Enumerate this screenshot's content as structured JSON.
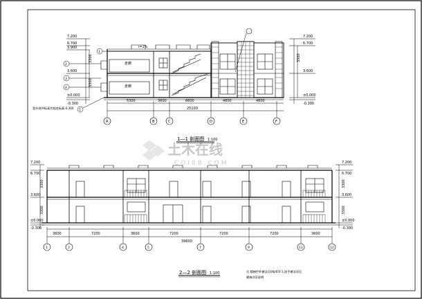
{
  "drawing": {
    "section_1": {
      "title": "1—1  剖面图",
      "scale": "1:100",
      "levels_left": [
        "7.200",
        "6.700",
        "3.900",
        "3.600",
        "±0.000",
        "-0.300"
      ],
      "levels_right": [
        "7.200",
        "6.700",
        "3.600",
        "±0.000",
        "-0.300"
      ],
      "dims_v_left": [
        "3300",
        "3300",
        "3300"
      ],
      "dims_h": [
        "5300",
        "3600",
        "6600",
        "4800",
        "4800"
      ],
      "dims_total": "25100",
      "axes": [
        "A",
        "B",
        "C",
        "D",
        "E",
        "F"
      ],
      "room_labels": [
        "走廊",
        "走廊"
      ],
      "callouts": [
        "1",
        "2",
        "3",
        "4",
        "5"
      ],
      "note": "室外地坪标高为相对标高-0.300",
      "annotation": "i=2%"
    },
    "section_2": {
      "title": "2—2  剖面图",
      "scale": "1:100",
      "levels_left": [
        "7.200",
        "6.700",
        "3.600",
        "±0.000",
        "-0.300"
      ],
      "levels_right": [
        "7.200",
        "6.700",
        "3.600",
        "±0.000",
        "-0.300"
      ],
      "dims_v": [
        "3300",
        "3300"
      ],
      "dims_h": [
        "3600",
        "7200",
        "3600",
        "7200",
        "7200",
        "7200",
        "3600"
      ],
      "dims_total": "39600",
      "axes": [
        "1",
        "2",
        "4",
        "5",
        "7",
        "9",
        "11",
        "12"
      ]
    },
    "notes": [
      "注:楼梯栏杆做法见06J403-1,扶手做法详见",
      "建施详见说明"
    ],
    "watermark": {
      "brand": "土木在线",
      "url": "COI88.COM"
    }
  }
}
